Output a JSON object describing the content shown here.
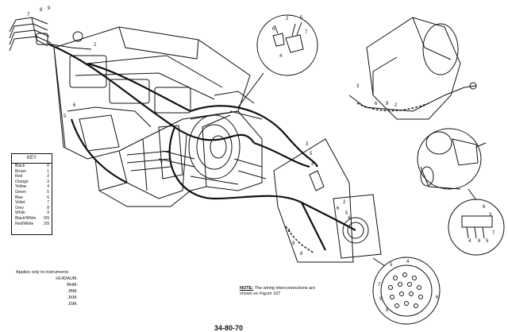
{
  "key": {
    "title": "KEY",
    "rows": [
      {
        "color": "Black",
        "code": "0"
      },
      {
        "color": "Brown",
        "code": "1"
      },
      {
        "color": "Red",
        "code": "2"
      },
      {
        "color": "Orange",
        "code": "3"
      },
      {
        "color": "Yellow",
        "code": "4"
      },
      {
        "color": "Green",
        "code": "5"
      },
      {
        "color": "Blue",
        "code": "6"
      },
      {
        "color": "Violet",
        "code": "7"
      },
      {
        "color": "Grey",
        "code": "8"
      },
      {
        "color": "White",
        "code": "9"
      },
      {
        "color": "Black/White",
        "code": "0/9"
      },
      {
        "color": "Red/White",
        "code": "2/9"
      }
    ]
  },
  "applies": {
    "heading": "Applies only to instruments:",
    "instruments": [
      "H14DAUM.",
      "BHM.",
      "JBM.",
      "JKM.",
      "JSM."
    ]
  },
  "note": {
    "label": "NOTE:",
    "text": "The wiring interconnections are shown on Figure 107"
  },
  "page_ref": "34-80-70",
  "callouts": {
    "left_harness": [
      "7",
      "8",
      "9",
      "2"
    ],
    "left_switch": [
      "6",
      "5"
    ],
    "plug_top": [
      "6",
      "2",
      "5",
      "7",
      "4"
    ],
    "center_block": [
      "0",
      "3",
      "5",
      "4"
    ],
    "upper_right": [
      "3",
      "6",
      "9",
      "2"
    ],
    "panel_connector": [
      "2",
      "6",
      "5",
      "4"
    ],
    "lower_panel": [
      "1",
      "9",
      "8"
    ],
    "detail_right": [
      "6",
      "3",
      "4",
      "8",
      "5",
      "7"
    ],
    "connector_face": [
      "5",
      "4",
      "7",
      "6",
      "9",
      "8"
    ]
  },
  "colors": {
    "ink": "#111111",
    "paper": "#ffffff"
  }
}
